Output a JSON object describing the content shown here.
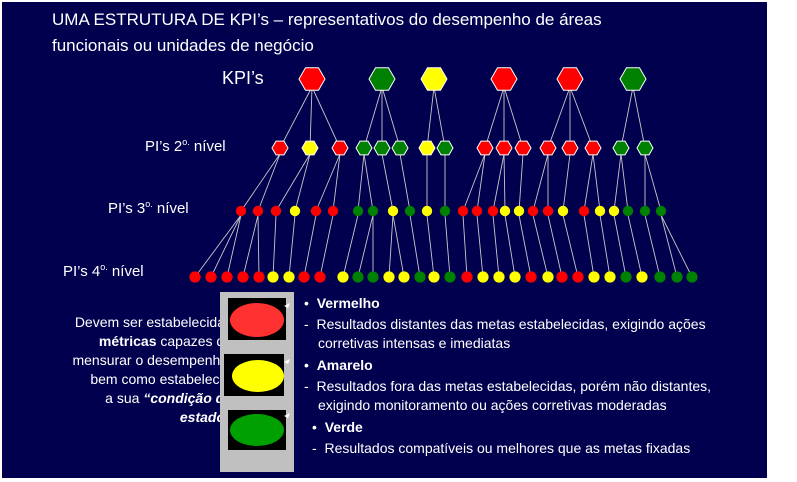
{
  "title": {
    "line1_head": "UMA ESTRUTURA DE KPI’s",
    "line1_tail": " – representativos do desempenho  de áreas",
    "line2": "funcionais ou unidades  de negócio"
  },
  "levels": {
    "kpi": "KPI’s",
    "pi2_pre": "PI’s 2",
    "pi2_sup": "o.",
    "pi2_post": " nível",
    "pi3_pre": "PI’s 3",
    "pi3_sup": "o.",
    "pi3_post": "  nível",
    "pi4_pre": "PI’s 4",
    "pi4_sup": "o.",
    "pi4_post": "  nível"
  },
  "note": {
    "l1": "Devem ser estabelecidas",
    "l2_bold": "métricas",
    "l2_rest": " capazes de",
    "l3": "mensurar o desempenho,",
    "l4": "bem como estabelecer",
    "l5_pre": "a sua  ",
    "l5_bold": "“condição de",
    "l6_bold": "estado”"
  },
  "legend": {
    "bullet": "•",
    "dash": "-",
    "red_title": "Vermelho",
    "red_d1": "Resultados distantes das metas estabelecidas, exigindo ações",
    "red_d2": "corretivas intensas e imediatas",
    "yellow_title": "Amarelo",
    "yellow_d1": "Resultados fora das metas estabelecidas, porém não distantes,",
    "yellow_d2": "exigindo monitoramento ou ações corretivas moderadas",
    "green_title": "Verde",
    "green_d1": "Resultados compatíveis ou melhores que as metas fixadas"
  },
  "colors": {
    "background": "#00004e",
    "red": "#ff0000",
    "yellow": "#ffff00",
    "green": "#008000",
    "panel": "#c0c0c0",
    "text": "#ffffff",
    "lines": "#c8c8c8"
  }
}
